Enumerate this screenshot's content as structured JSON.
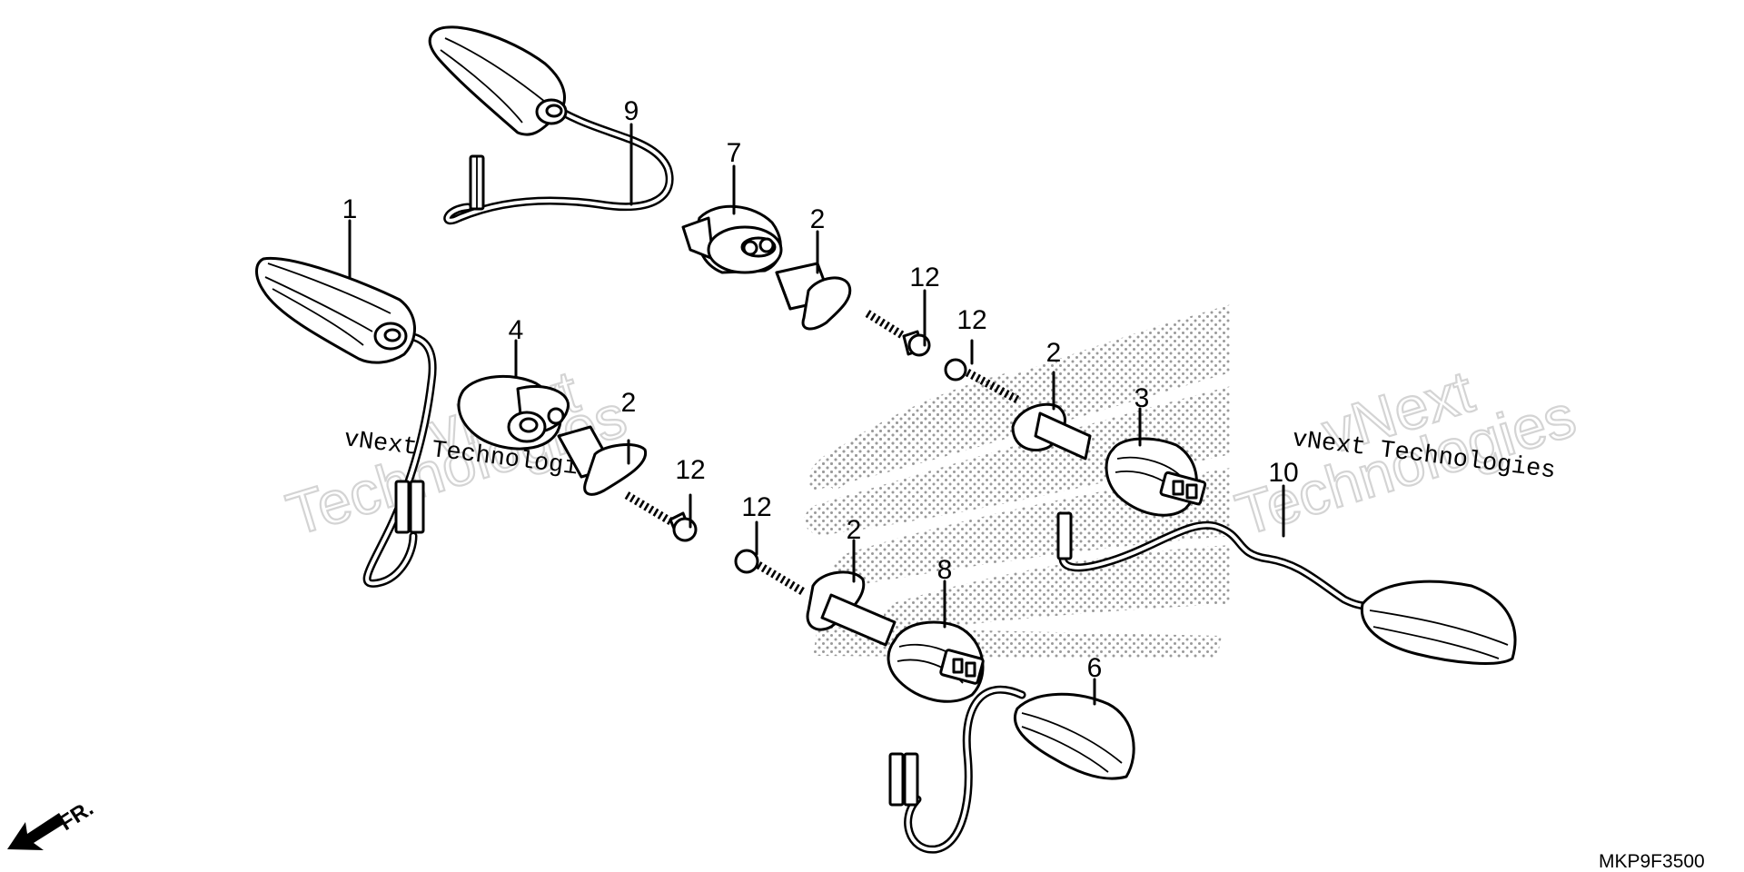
{
  "diagram": {
    "drawing_code": "MKP9F3500",
    "front_indicator": "FR.",
    "watermark_text": "vNext Technologies",
    "watermark_big_line1": "vNext",
    "watermark_big_line2": "Technologies",
    "callouts": [
      {
        "id": "c1",
        "label": "1"
      },
      {
        "id": "c2a",
        "label": "2"
      },
      {
        "id": "c2b",
        "label": "2"
      },
      {
        "id": "c2c",
        "label": "2"
      },
      {
        "id": "c2d",
        "label": "2"
      },
      {
        "id": "c3",
        "label": "3"
      },
      {
        "id": "c4",
        "label": "4"
      },
      {
        "id": "c6",
        "label": "6"
      },
      {
        "id": "c7",
        "label": "7"
      },
      {
        "id": "c8",
        "label": "8"
      },
      {
        "id": "c9",
        "label": "9"
      },
      {
        "id": "c10",
        "label": "10"
      },
      {
        "id": "c12a",
        "label": "12"
      },
      {
        "id": "c12b",
        "label": "12"
      },
      {
        "id": "c12c",
        "label": "12"
      },
      {
        "id": "c12d",
        "label": "12"
      }
    ]
  }
}
